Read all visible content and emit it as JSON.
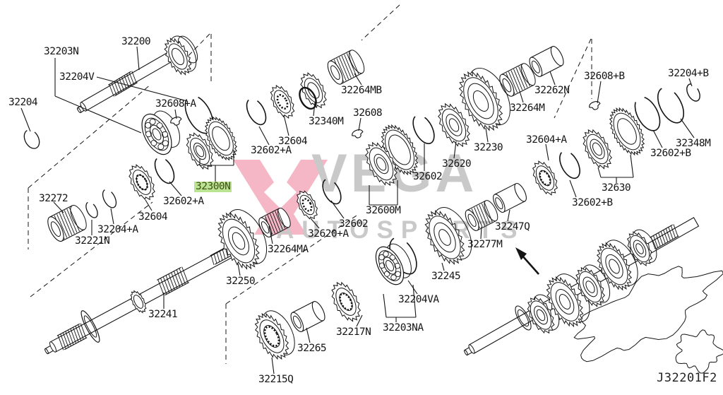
{
  "watermark": {
    "logo": "vega-v-logo",
    "line1": "VEGA",
    "line2": "AUTOSPORTS",
    "text_color": "#c9c9c9",
    "logo_color": "#f5b6c6",
    "logo_inner_color": "#ffffff"
  },
  "highlight": {
    "part": "32300N",
    "color": "#bbe492",
    "text_color": "#3f4d17"
  },
  "diagram_code": "J32201F2",
  "parts": [
    {
      "text": "32203N"
    },
    {
      "text": "32200"
    },
    {
      "text": "32204V"
    },
    {
      "text": "32204"
    },
    {
      "text": "32608+A"
    },
    {
      "text": "32264MB"
    },
    {
      "text": "32340M"
    },
    {
      "text": "32608"
    },
    {
      "text": "32604"
    },
    {
      "text": "32602+A"
    },
    {
      "text": "32262N"
    },
    {
      "text": "32264M"
    },
    {
      "text": "32608+B"
    },
    {
      "text": "32204+B"
    },
    {
      "text": "32230"
    },
    {
      "text": "32620"
    },
    {
      "text": "32602"
    },
    {
      "text": "32348M"
    },
    {
      "text": "32602+B"
    },
    {
      "text": "32604+A"
    },
    {
      "text": "32630"
    },
    {
      "text": "32602+B"
    },
    {
      "text": "32272"
    },
    {
      "text": "32204+A"
    },
    {
      "text": "32221N"
    },
    {
      "text": "32604"
    },
    {
      "text": "32602+A"
    },
    {
      "text": "32300N",
      "highlighted": true
    },
    {
      "text": "32600M"
    },
    {
      "text": "32602"
    },
    {
      "text": "32620+A"
    },
    {
      "text": "32264MA"
    },
    {
      "text": "32250"
    },
    {
      "text": "32241"
    },
    {
      "text": "32245"
    },
    {
      "text": "32277M"
    },
    {
      "text": "32247Q"
    },
    {
      "text": "32204VA"
    },
    {
      "text": "32203NA"
    },
    {
      "text": "32217N"
    },
    {
      "text": "32265"
    },
    {
      "text": "32215Q"
    }
  ]
}
